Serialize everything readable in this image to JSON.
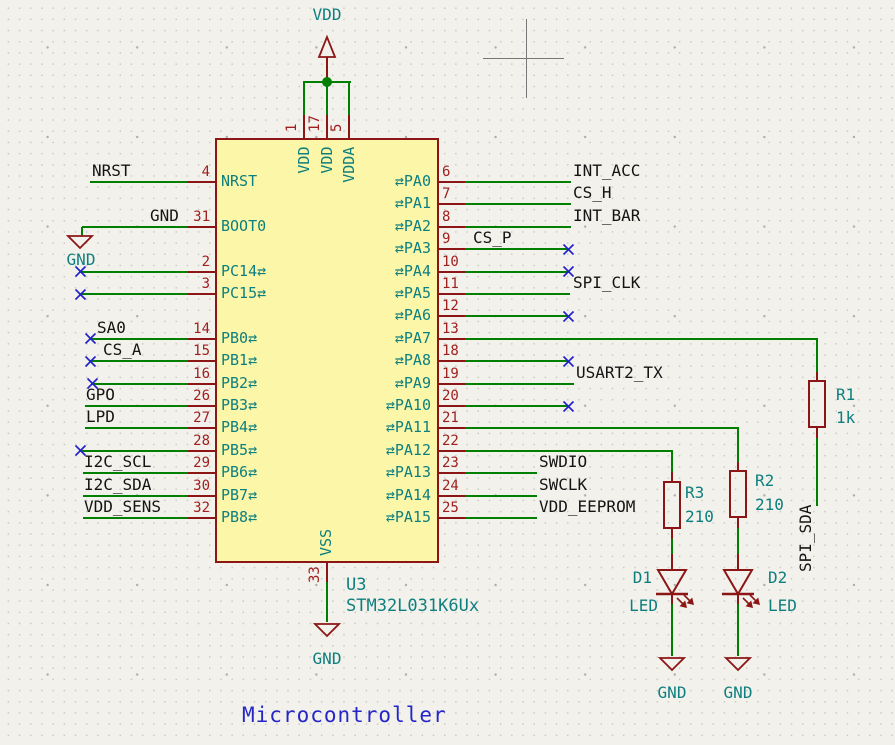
{
  "title": "Microcontroller",
  "power": {
    "vdd": "VDD",
    "gnd": "GND"
  },
  "chip": {
    "reference": "U3",
    "value": "STM32L031K6Ux",
    "top_pins": [
      {
        "num": "1",
        "name": "VDD"
      },
      {
        "num": "17",
        "name": "VDD"
      },
      {
        "num": "5",
        "name": "VDDA"
      }
    ],
    "bottom_pins": [
      {
        "num": "33",
        "name": "VSS"
      }
    ],
    "left_pins": [
      {
        "num": "4",
        "name": "NRST",
        "arrow": false,
        "label": "NRST"
      },
      {
        "num": "31",
        "name": "BOOT0",
        "arrow": false,
        "label": "GND",
        "power_symbol": "GND"
      },
      {
        "num": "2",
        "name": "PC14",
        "arrow": true,
        "nc": true
      },
      {
        "num": "3",
        "name": "PC15",
        "arrow": true,
        "nc": true
      },
      {
        "num": "14",
        "name": "PB0",
        "arrow": true,
        "label": "SA0",
        "nc": true
      },
      {
        "num": "15",
        "name": "PB1",
        "arrow": true,
        "label": "CS_A",
        "nc": true
      },
      {
        "num": "16",
        "name": "PB2",
        "arrow": true,
        "nc": true
      },
      {
        "num": "26",
        "name": "PB3",
        "arrow": true,
        "label": "GPO"
      },
      {
        "num": "27",
        "name": "PB4",
        "arrow": true,
        "label": "LPD"
      },
      {
        "num": "28",
        "name": "PB5",
        "arrow": true,
        "nc": true
      },
      {
        "num": "29",
        "name": "PB6",
        "arrow": true,
        "label": "I2C_SCL"
      },
      {
        "num": "30",
        "name": "PB7",
        "arrow": true,
        "label": "I2C_SDA"
      },
      {
        "num": "32",
        "name": "PB8",
        "arrow": true,
        "label": "VDD_SENS"
      }
    ],
    "right_pins": [
      {
        "num": "6",
        "name": "PA0",
        "arrow": true,
        "label": "INT_ACC"
      },
      {
        "num": "7",
        "name": "PA1",
        "arrow": true,
        "label": "CS_H"
      },
      {
        "num": "8",
        "name": "PA2",
        "arrow": true,
        "label": "INT_BAR"
      },
      {
        "num": "9",
        "name": "PA3",
        "arrow": true,
        "label": "CS_P",
        "nc": true
      },
      {
        "num": "10",
        "name": "PA4",
        "arrow": true,
        "nc": true
      },
      {
        "num": "11",
        "name": "PA5",
        "arrow": true,
        "label": "SPI_CLK"
      },
      {
        "num": "12",
        "name": "PA6",
        "arrow": true,
        "nc": true
      },
      {
        "num": "13",
        "name": "PA7",
        "arrow": true,
        "connects_to": "R1"
      },
      {
        "num": "18",
        "name": "PA8",
        "arrow": true,
        "nc": true
      },
      {
        "num": "19",
        "name": "PA9",
        "arrow": true,
        "label": "USART2_TX"
      },
      {
        "num": "20",
        "name": "PA10",
        "arrow": true,
        "nc": true
      },
      {
        "num": "21",
        "name": "PA11",
        "arrow": true,
        "connects_to": "R2"
      },
      {
        "num": "22",
        "name": "PA12",
        "arrow": true,
        "connects_to": "R3"
      },
      {
        "num": "23",
        "name": "PA13",
        "arrow": true,
        "label": "SWDIO"
      },
      {
        "num": "24",
        "name": "PA14",
        "arrow": true,
        "label": "SWCLK"
      },
      {
        "num": "25",
        "name": "PA15",
        "arrow": true,
        "label": "VDD_EEPROM"
      }
    ]
  },
  "resistors": [
    {
      "ref": "R1",
      "value": "1k"
    },
    {
      "ref": "R2",
      "value": "210"
    },
    {
      "ref": "R3",
      "value": "210"
    }
  ],
  "leds": [
    {
      "ref": "D1",
      "value": "LED"
    },
    {
      "ref": "D2",
      "value": "LED"
    }
  ],
  "vertical_label": "SPI_SDA",
  "colors": {
    "background": "#F2F1EB",
    "grid_dot": "#C9C8C3",
    "wire": "#007F00",
    "symbol_outline": "#8C1616",
    "pin_number": "#A02020",
    "pin_name": "#0E7F7F",
    "net_label": "#141414",
    "no_connect": "#2222CC",
    "power_text": "#0E7F7F",
    "annotation": "#0E7F7F",
    "title_text": "#2626C8",
    "chip_fill": "#FBF6A8",
    "crosshair": "#777777"
  }
}
